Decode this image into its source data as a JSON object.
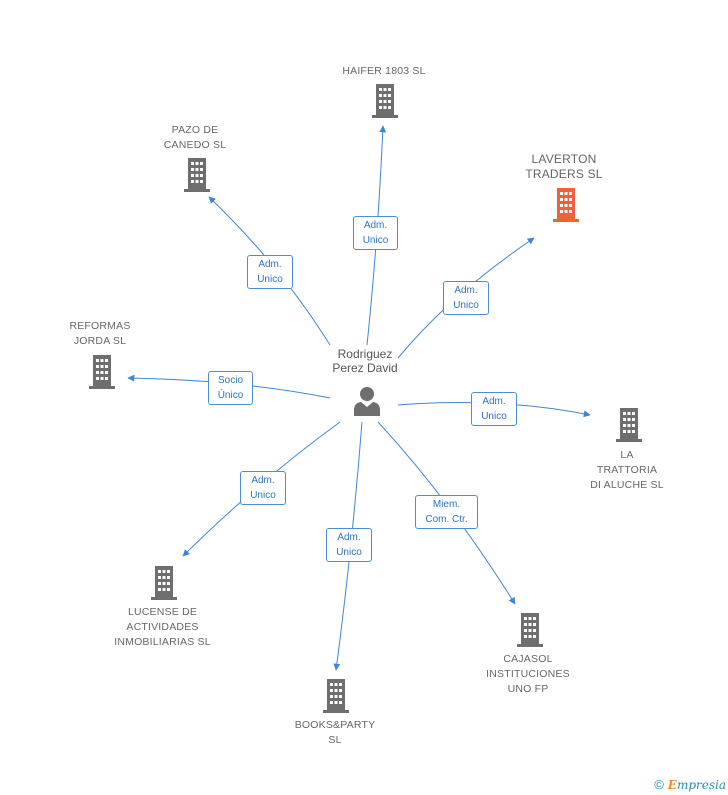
{
  "center": {
    "name": "Rodriguez\nPerez David",
    "icon": "person-icon"
  },
  "colors": {
    "edge": "#3f86d4",
    "node": "#6e6e6e",
    "highlight": "#f0613a",
    "label_text": "#666666"
  },
  "nodes": [
    {
      "id": "haifer",
      "label": "HAIFER 1803 SL",
      "icon": "building-icon",
      "highlight": false,
      "edge_label": "Adm.\nUnico"
    },
    {
      "id": "pazo",
      "label": "PAZO DE\nCANEDO  SL",
      "icon": "building-icon",
      "highlight": false,
      "edge_label": "Adm.\nUnico"
    },
    {
      "id": "laverton",
      "label": "LAVERTON\nTRADERS SL",
      "icon": "building-icon",
      "highlight": true,
      "edge_label": "Adm.\nUnico"
    },
    {
      "id": "reformas",
      "label": "REFORMAS\nJORDA SL",
      "icon": "building-icon",
      "highlight": false,
      "edge_label": "Socio\nÚnico"
    },
    {
      "id": "trattoria",
      "label": "LA\nTRATTORIA\nDI ALUCHE  SL",
      "icon": "building-icon",
      "highlight": false,
      "edge_label": "Adm.\nUnico"
    },
    {
      "id": "lucense",
      "label": "LUCENSE DE\nACTIVIDADES\nINMOBILIARIAS SL",
      "icon": "building-icon",
      "highlight": false,
      "edge_label": "Adm.\nUnico"
    },
    {
      "id": "cajasol",
      "label": "CAJASOL\nINSTITUCIONES\nUNO FP",
      "icon": "building-icon",
      "highlight": false,
      "edge_label": "Miem.\nCom. Ctr."
    },
    {
      "id": "books",
      "label": "BOOKS&PARTY\nSL",
      "icon": "building-icon",
      "highlight": false,
      "edge_label": "Adm.\nUnico"
    }
  ],
  "footer": {
    "copyright_symbol": "©",
    "brand_initial": "E",
    "brand_rest": "mpresia"
  }
}
